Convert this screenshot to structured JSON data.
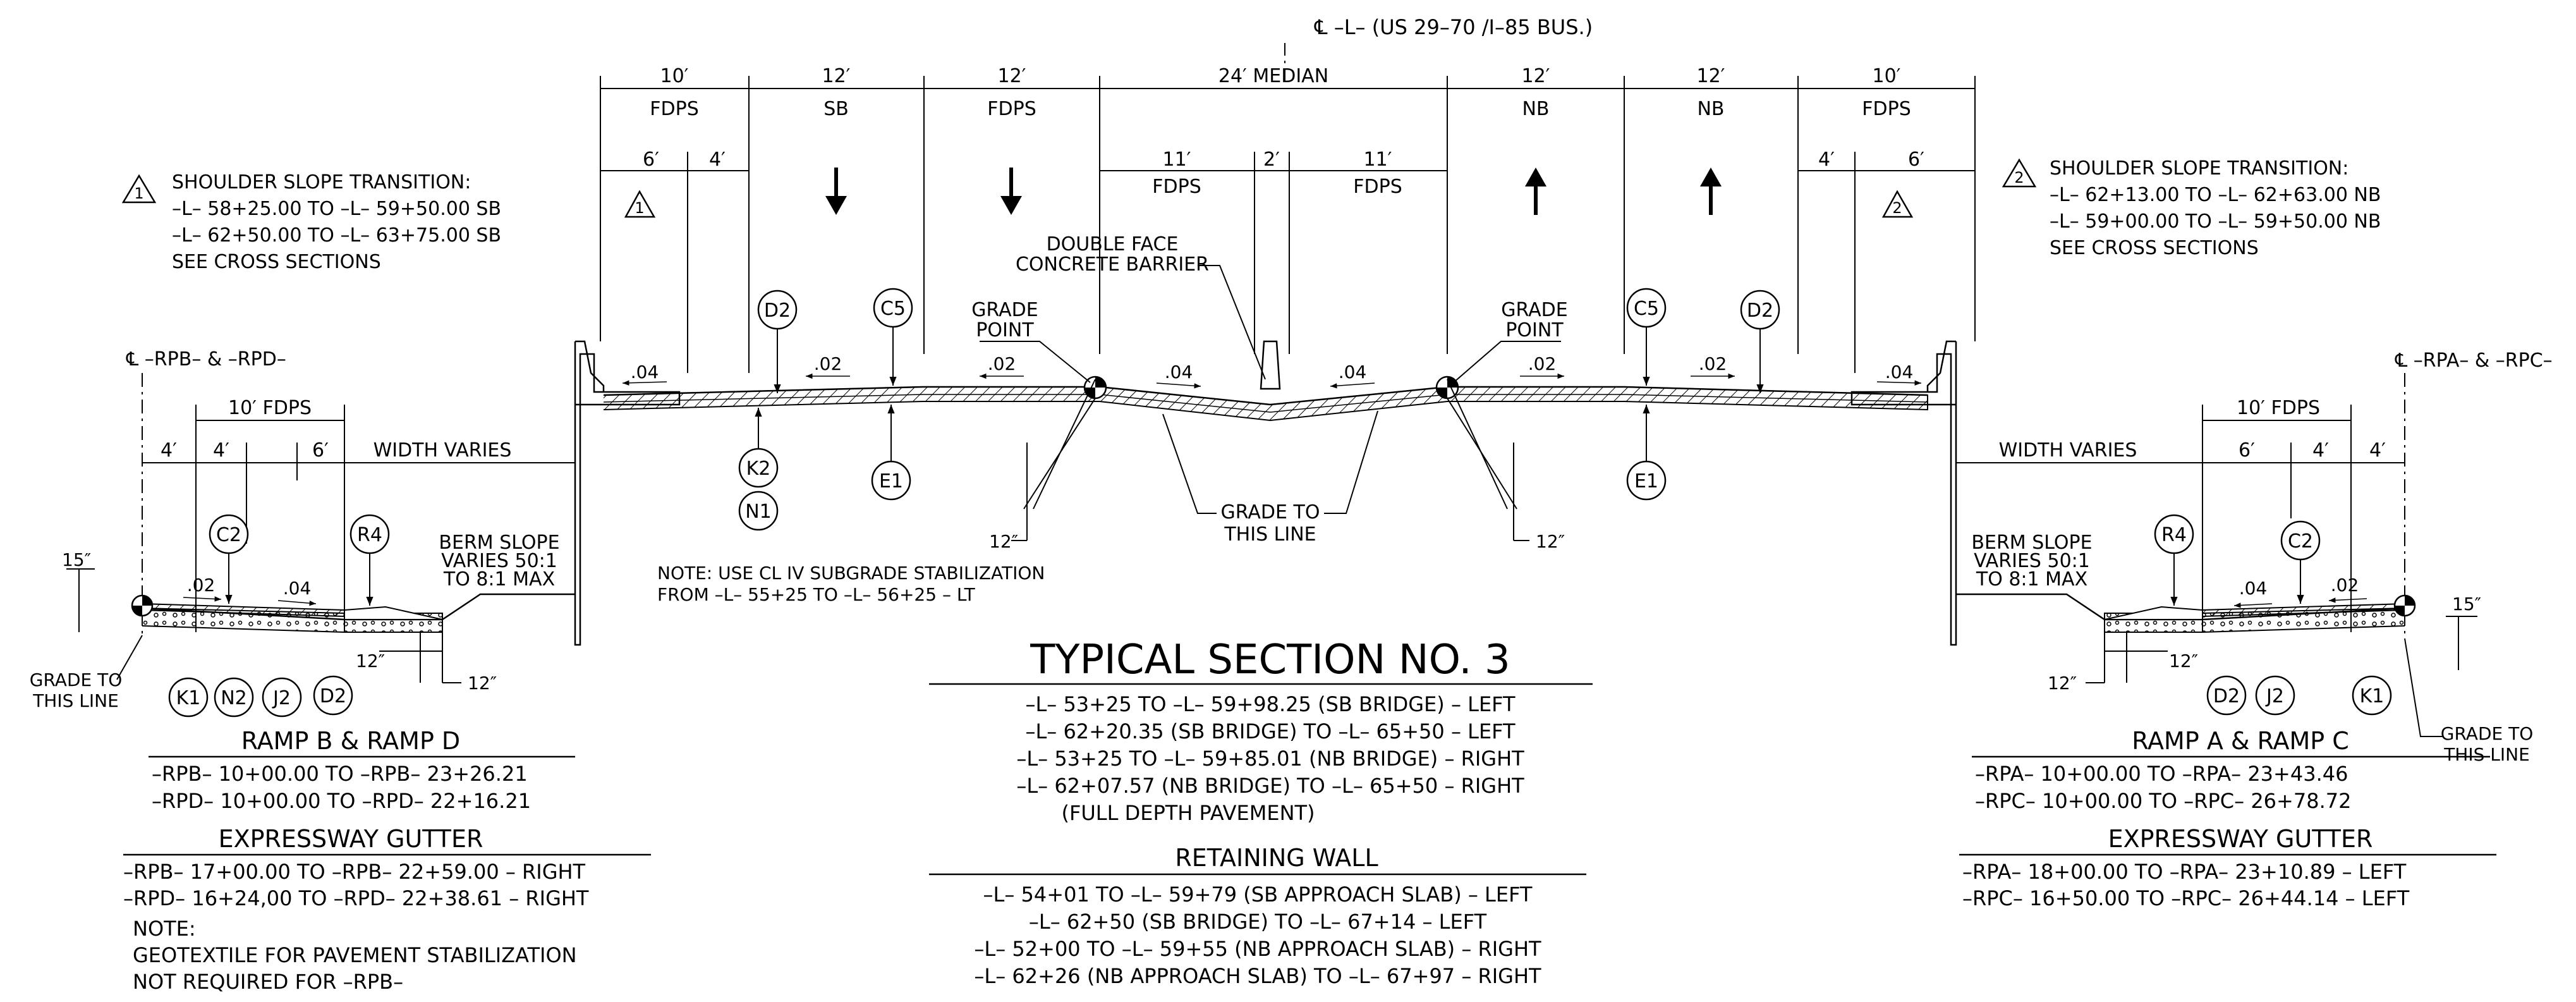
{
  "header": {
    "centerline": "℄ –L– (US 29–70 /I–85 BUS.)"
  },
  "top_dims": {
    "spans": [
      {
        "dim": "10′",
        "label": "FDPS"
      },
      {
        "dim": "12′",
        "label": "SB"
      },
      {
        "dim": "12′",
        "label": "FDPS"
      },
      {
        "dim": "24′ MEDIAN",
        "label": ""
      },
      {
        "dim": "12′",
        "label": "NB"
      },
      {
        "dim": "12′",
        "label": "NB"
      },
      {
        "dim": "10′",
        "label": "FDPS"
      }
    ],
    "sub": {
      "left_6": "6′",
      "left_4": "4′",
      "med_11a": "11′",
      "med_fdps_a": "FDPS",
      "med_2": "2′",
      "med_11b": "11′",
      "med_fdps_b": "FDPS",
      "right_4": "4′",
      "right_6": "6′"
    }
  },
  "notes_left": {
    "symbol": "1",
    "lines": [
      "SHOULDER SLOPE TRANSITION:",
      "–L– 58+25.00  TO   –L– 59+50.00  SB",
      "–L– 62+50.00  TO   –L– 63+75.00  SB",
      "SEE CROSS SECTIONS"
    ]
  },
  "notes_right": {
    "symbol": "2",
    "lines": [
      "SHOULDER SLOPE TRANSITION:",
      "–L– 62+13.00  TO   –L– 62+63.00  NB",
      "–L– 59+00.00  TO   –L– 59+50.00  NB",
      "SEE CROSS SECTIONS"
    ]
  },
  "labels": {
    "double_face_1": "DOUBLE FACE",
    "double_face_2": "CONCRETE BARRIER",
    "grade_point_1": "GRADE",
    "grade_point_2": "POINT",
    "grade_line_1": "GRADE TO",
    "grade_line_2": "THIS LINE",
    "twelve_in": "12″",
    "fifteen_in": "15″",
    "width_varies": "WIDTH VARIES",
    "ten_fdps": "10′ FDPS",
    "four": "4′",
    "six": "6′",
    "berm_1": "BERM  SLOPE",
    "berm_2": "VARIES 50:1",
    "berm_3": "TO  8:1 MAX",
    "cl_left": "℄ –RPB– & –RPD–",
    "cl_right": "℄ –RPA– & –RPC–",
    "subgrade_1": "NOTE: USE CL IV SUBGRADE STABILIZATION",
    "subgrade_2": "FROM  –L– 55+25  TO  –L– 56+25  – LT"
  },
  "slopes": {
    "s04": ".04",
    "s02": ".02"
  },
  "circles": {
    "D2": "D2",
    "C5": "C5",
    "K2": "K2",
    "N1": "N1",
    "E1": "E1",
    "C2": "C2",
    "R4": "R4",
    "K1": "K1",
    "N2": "N2",
    "J2": "J2",
    "tri1": "1",
    "tri2": "2"
  },
  "typical_section": {
    "title": "TYPICAL SECTION  NO. 3",
    "lines": [
      "–L– 53+25  TO   –L– 59+98.25  (SB BRIDGE) – LEFT",
      "–L– 62+20.35  (SB BRIDGE) TO   –L– 65+50  – LEFT",
      "–L– 53+25  TO   –L– 59+85.01  (NB BRIDGE) – RIGHT",
      "–L– 62+07.57  (NB BRIDGE) TO   –L– 65+50  – RIGHT",
      "(FULL DEPTH  PAVEMENT)"
    ]
  },
  "retaining_wall": {
    "title": "RETAINING  WALL",
    "lines": [
      "–L– 54+01 TO   –L– 59+79  (SB APPROACH  SLAB) – LEFT",
      "–L– 62+50  (SB BRIDGE) TO   –L– 67+14  – LEFT",
      "–L– 52+00  TO   –L– 59+55  (NB APPROACH  SLAB) – RIGHT",
      "–L– 62+26  (NB APPROACH  SLAB) TO   –L– 67+97  – RIGHT"
    ]
  },
  "ramp_bd": {
    "title": "RAMP  B  &  RAMP  D",
    "lines": [
      "–RPB– 10+00.00  TO   –RPB– 23+26.21",
      "–RPD– 10+00.00  TO   –RPD– 22+16.21"
    ],
    "gutter_title": "EXPRESSWAY  GUTTER",
    "gutter_lines": [
      "–RPB– 17+00.00  TO   –RPB– 22+59.00  – RIGHT",
      "–RPD– 16+24,00  TO   –RPD– 22+38.61  – RIGHT"
    ],
    "note_lines": [
      "NOTE:",
      "GEOTEXTILE FOR PAVEMENT STABILIZATION",
      "NOT REQUIRED  FOR –RPB–"
    ]
  },
  "ramp_ac": {
    "title": "RAMP  A  &  RAMP  C",
    "lines": [
      "–RPA– 10+00.00  TO   –RPA– 23+43.46",
      "–RPC– 10+00.00  TO   –RPC– 26+78.72"
    ],
    "gutter_title": "EXPRESSWAY  GUTTER",
    "gutter_lines": [
      "–RPA– 18+00.00  TO   –RPA– 23+10.89  – LEFT",
      "–RPC– 16+50.00  TO   –RPC– 26+44.14  – LEFT"
    ]
  }
}
